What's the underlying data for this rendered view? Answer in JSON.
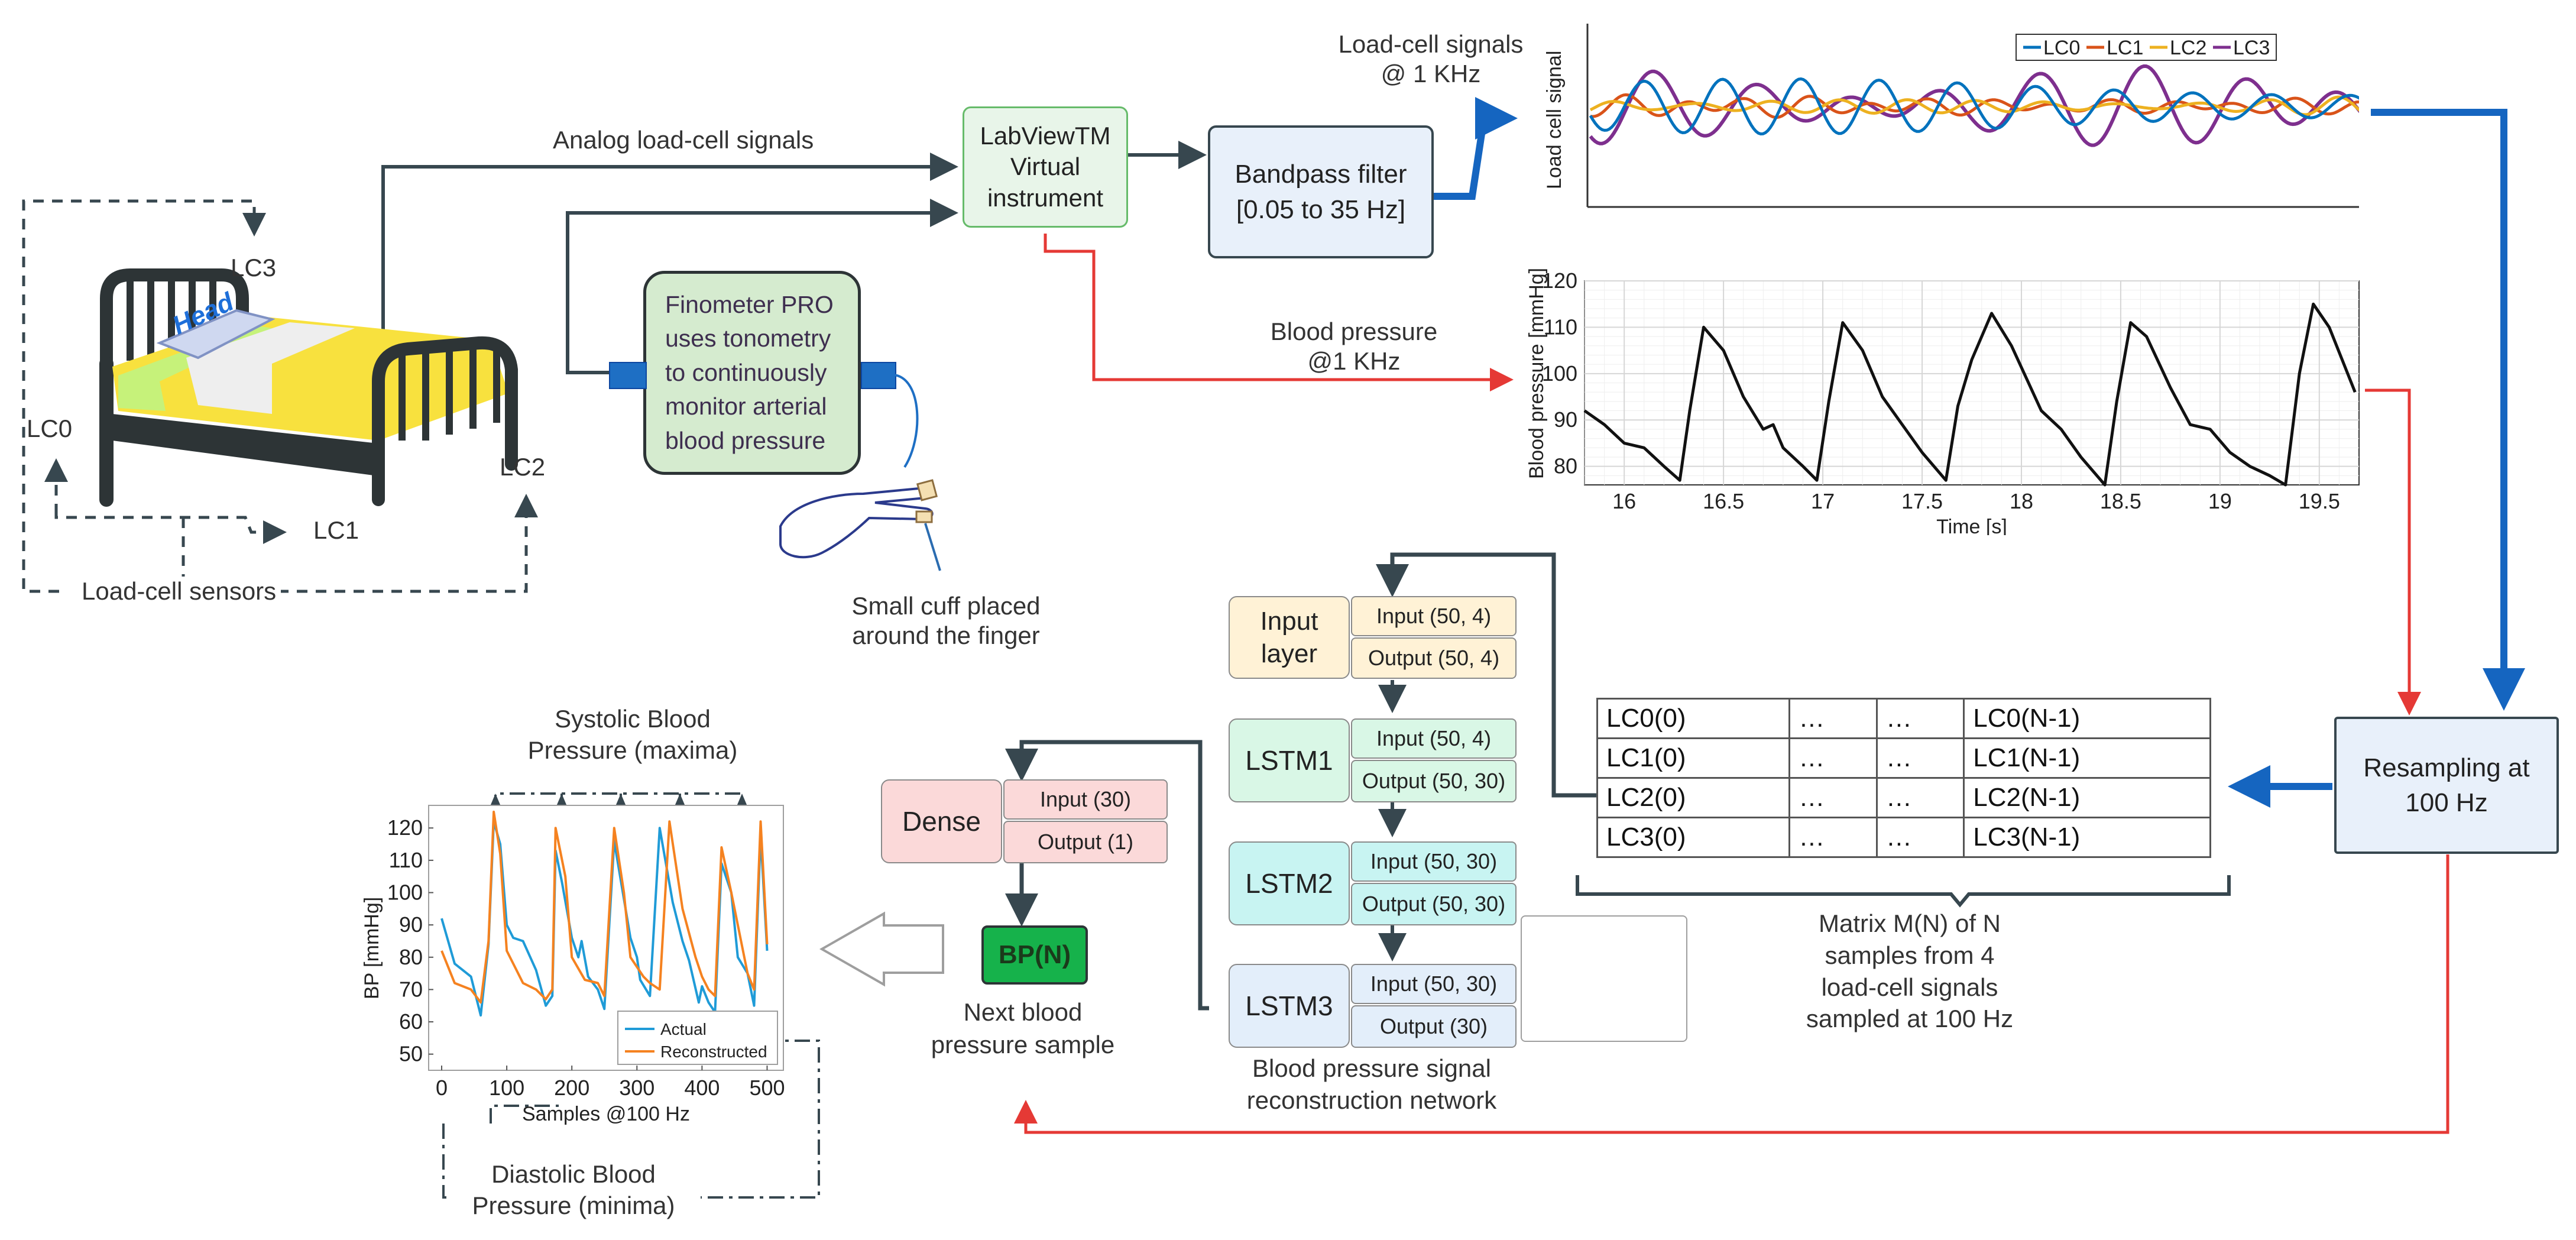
{
  "colors": {
    "arrow_dark": "#37474f",
    "arrow_blue": "#1565c0",
    "arrow_red": "#e53935",
    "labview_fill": "#e8f5e9",
    "labview_border": "#66bb6a",
    "filter_fill": "#e8f0fa",
    "finometer_fill": "#d5ebcf",
    "input_fill": "#fff2d6",
    "lstm1_fill": "#d9f7e6",
    "lstm2_fill": "#c8f4f2",
    "lstm3_fill": "#e3eefa",
    "dense_fill": "#fbd9d9",
    "bp_fill": "#16b24b",
    "resample_fill": "#e8f0fa",
    "lc0": "#0072bd",
    "lc1": "#d95319",
    "lc2": "#edb120",
    "lc3": "#7e2f8e",
    "actual": "#1f9bd7",
    "reconstructed": "#f58220"
  },
  "sensors": {
    "lc0": "LC0",
    "lc1": "LC1",
    "lc2": "LC2",
    "lc3": "LC3",
    "head": "Head",
    "caption": "Load-cell sensors"
  },
  "labels": {
    "analog_signals": "Analog load-cell signals",
    "load_cell_signals_line1": "Load-cell signals",
    "load_cell_signals_line2": "@ 1 KHz",
    "blood_pressure_line1": "Blood pressure",
    "blood_pressure_line2": "@1 KHz",
    "cuff_line1": "Small cuff placed",
    "cuff_line2": "around the finger",
    "systolic_line1": "Systolic Blood",
    "systolic_line2": "Pressure (maxima)",
    "diastolic_line1": "Diastolic Blood",
    "diastolic_line2": "Pressure (minima)",
    "next_line1": "Next blood",
    "next_line2": "pressure sample",
    "network_line1": "Blood pressure signal",
    "network_line2": "reconstruction network",
    "matrix_line1": "Matrix M(N) of N",
    "matrix_line2": "samples from 4",
    "matrix_line3": "load-cell signals",
    "matrix_line4": "sampled at 100 Hz"
  },
  "boxes": {
    "labview_line1": "LabViewTM",
    "labview_line2": "Virtual",
    "labview_line3": "instrument",
    "filter_line1": "Bandpass filter",
    "filter_line2": "[0.05 to 35 Hz]",
    "finometer_line1": "Finometer PRO",
    "finometer_line2": "uses tonometry",
    "finometer_line3": "to continuously",
    "finometer_line4": "monitor arterial",
    "finometer_line5": "blood pressure",
    "resampling_line1": "Resampling at",
    "resampling_line2": "100 Hz",
    "bp_output": "BP(N)"
  },
  "network": {
    "input_layer_line1": "Input",
    "input_layer_line2": "layer",
    "input_layer_in": "Input (50, 4)",
    "input_layer_out": "Output (50, 4)",
    "lstm1": "LSTM1",
    "lstm1_in": "Input (50, 4)",
    "lstm1_out": "Output (50, 30)",
    "lstm2": "LSTM2",
    "lstm2_in": "Input (50, 30)",
    "lstm2_out": "Output (50, 30)",
    "lstm3": "LSTM3",
    "lstm3_in": "Input (50, 30)",
    "lstm3_out": "Output (30)",
    "dense": "Dense",
    "dense_in": "Input (30)",
    "dense_out": "Output (1)"
  },
  "matrix": {
    "rows": [
      [
        "LC0(0)",
        "…",
        "…",
        "LC0(N-1)"
      ],
      [
        "LC1(0)",
        "…",
        "…",
        "LC1(N-1)"
      ],
      [
        "LC2(0)",
        "…",
        "…",
        "LC2(N-1)"
      ],
      [
        "LC3(0)",
        "…",
        "…",
        "LC3(N-1)"
      ]
    ]
  },
  "chart_data": [
    {
      "type": "line",
      "ylabel": "Load cell signal",
      "legend": [
        "LC0",
        "LC1",
        "LC2",
        "LC3"
      ],
      "legend_position": "top-right",
      "grid": false,
      "note": "oscillating signals, no numeric ticks"
    },
    {
      "type": "line",
      "xlabel": "Time [s]",
      "ylabel": "Blood pressure [mmHg]",
      "xticks": [
        "16",
        "16.5",
        "17",
        "17.5",
        "18",
        "18.5",
        "19",
        "19.5"
      ],
      "yticks": [
        "80",
        "90",
        "100",
        "110",
        "120"
      ],
      "xlim": [
        15.8,
        19.7
      ],
      "ylim": [
        76,
        120
      ],
      "grid": true,
      "series": [
        {
          "x": [
            15.8,
            15.9,
            16.0,
            16.1,
            16.2,
            16.28,
            16.33,
            16.4,
            16.5,
            16.6,
            16.7,
            16.75,
            16.8,
            16.9,
            16.97,
            17.03,
            17.1,
            17.2,
            17.3,
            17.4,
            17.5,
            17.62,
            17.68,
            17.75,
            17.85,
            17.95,
            18.1,
            18.2,
            18.3,
            18.42,
            18.48,
            18.55,
            18.63,
            18.75,
            18.85,
            18.95,
            19.05,
            19.15,
            19.25,
            19.33,
            19.4,
            19.47,
            19.55,
            19.68
          ],
          "y": [
            92,
            89,
            85,
            84,
            80,
            77,
            92,
            110,
            105,
            95,
            88,
            89,
            84,
            80,
            77,
            94,
            111,
            105,
            95,
            89,
            83,
            77,
            93,
            103,
            113,
            106,
            92,
            88,
            82,
            76,
            94,
            111,
            108,
            97,
            89,
            88,
            83,
            80,
            78,
            76,
            100,
            115,
            110,
            96
          ]
        }
      ]
    },
    {
      "type": "line",
      "xlabel": "Samples @100 Hz",
      "ylabel": "BP [mmHg]",
      "xticks": [
        "0",
        "100",
        "200",
        "300",
        "400",
        "500"
      ],
      "yticks": [
        "50",
        "60",
        "70",
        "80",
        "90",
        "100",
        "110",
        "120"
      ],
      "xlim": [
        -20,
        525
      ],
      "ylim": [
        45,
        127
      ],
      "legend_position": "bottom-right",
      "series": [
        {
          "name": "Actual",
          "x": [
            0,
            20,
            45,
            60,
            72,
            80,
            90,
            100,
            110,
            125,
            145,
            160,
            170,
            175,
            185,
            200,
            210,
            215,
            225,
            240,
            250,
            265,
            285,
            290,
            300,
            305,
            320,
            335,
            355,
            370,
            380,
            395,
            400,
            410,
            420,
            430,
            445,
            455,
            470,
            480,
            490,
            500
          ],
          "y": [
            92,
            78,
            74,
            62,
            84,
            122,
            115,
            90,
            86,
            85,
            76,
            65,
            68,
            113,
            103,
            86,
            80,
            85,
            74,
            70,
            64,
            116,
            92,
            86,
            80,
            73,
            68,
            120,
            97,
            85,
            79,
            66,
            71,
            66,
            63,
            109,
            100,
            80,
            75,
            65,
            118,
            82
          ]
        },
        {
          "name": "Reconstructed",
          "x": [
            0,
            20,
            45,
            60,
            72,
            80,
            90,
            100,
            115,
            125,
            145,
            160,
            170,
            175,
            190,
            200,
            220,
            240,
            250,
            265,
            280,
            290,
            310,
            320,
            335,
            350,
            370,
            390,
            400,
            410,
            420,
            430,
            445,
            460,
            470,
            480,
            490,
            500
          ],
          "y": [
            82,
            72,
            70,
            66,
            85,
            125,
            112,
            82,
            76,
            72,
            70,
            67,
            70,
            120,
            105,
            80,
            73,
            72,
            68,
            120,
            100,
            80,
            74,
            72,
            70,
            122,
            95,
            80,
            74,
            70,
            68,
            114,
            100,
            85,
            75,
            70,
            122,
            84
          ]
        }
      ]
    }
  ]
}
